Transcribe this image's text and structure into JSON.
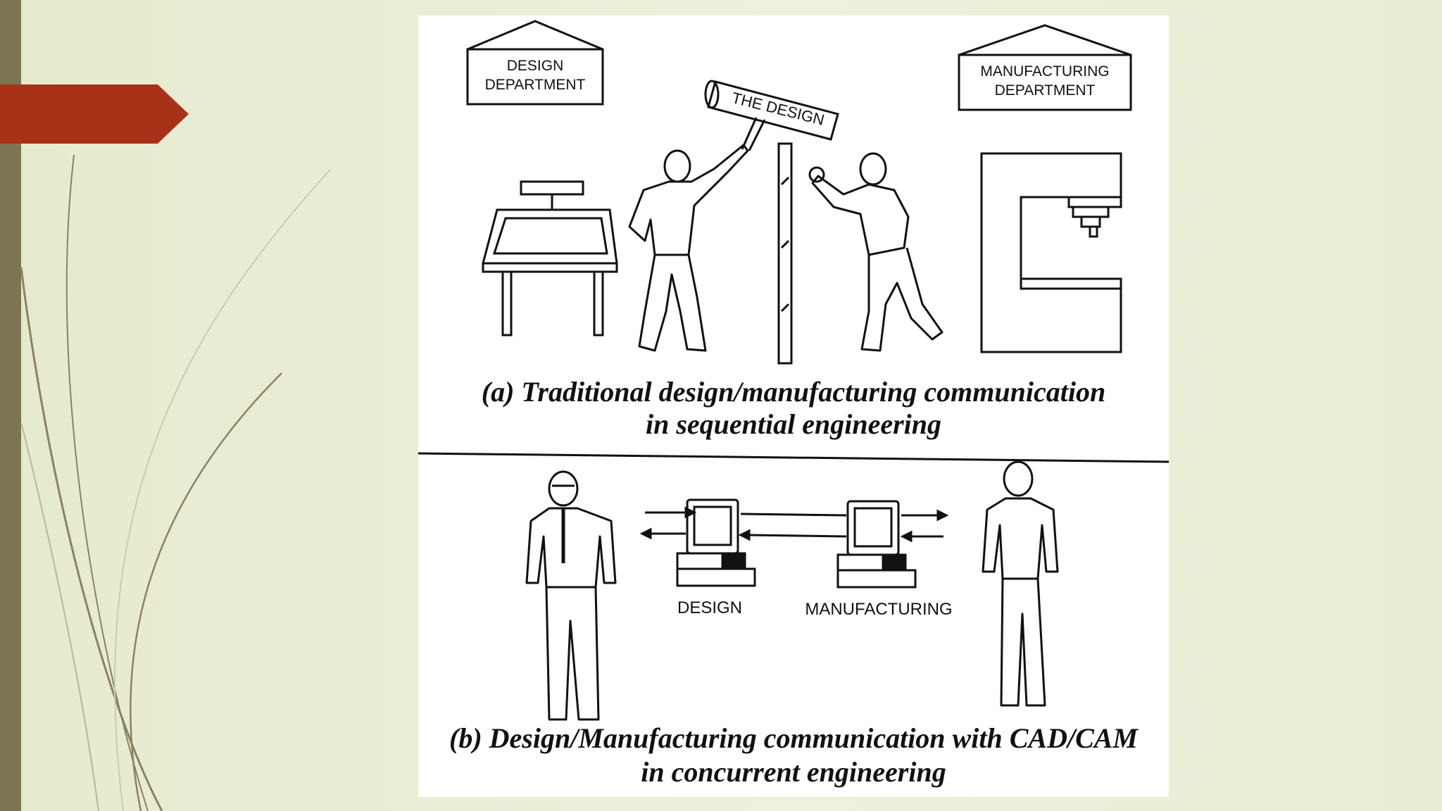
{
  "figure": {
    "panel_a": {
      "design_department": "DESIGN\nDEPARTMENT",
      "manufacturing_department": "MANUFACTURING\nDEPARTMENT",
      "scroll_label": "THE DESIGN",
      "caption_line1": "(a) Traditional design/manufacturing communication",
      "caption_line2": "in sequential engineering"
    },
    "panel_b": {
      "design_label": "DESIGN",
      "manufacturing_label": "MANUFACTURING",
      "caption_line1": "(b) Design/Manufacturing communication with CAD/CAM",
      "caption_line2": "in concurrent engineering"
    }
  },
  "theme": {
    "accent": "#a83218",
    "left_bar": "#7d7455",
    "background": "#eef1dd"
  }
}
